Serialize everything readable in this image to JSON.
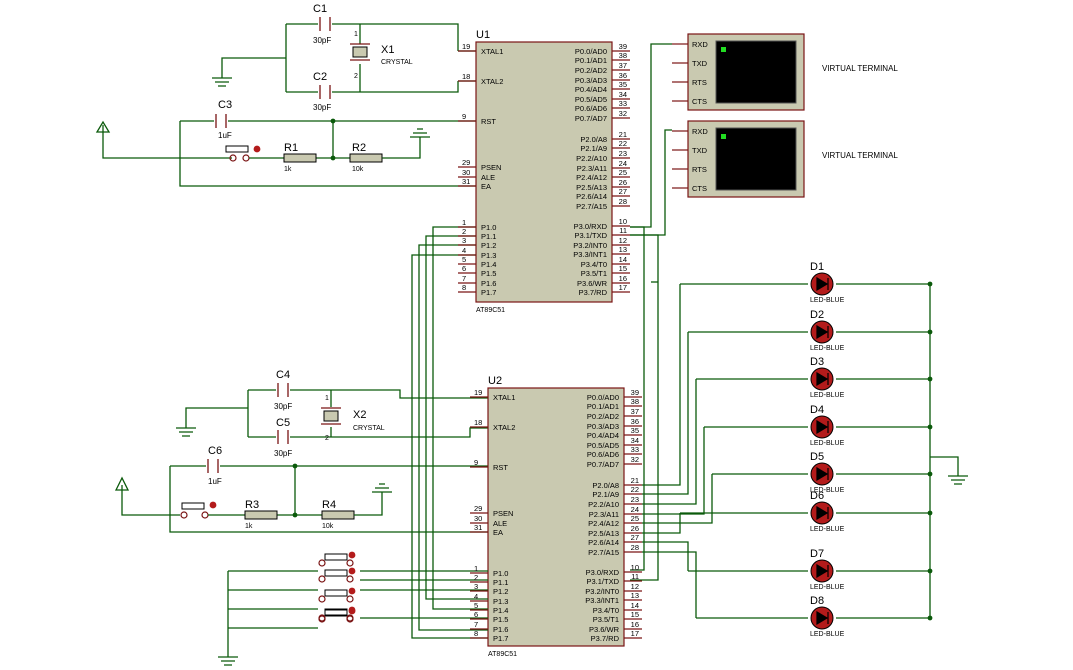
{
  "u1": {
    "ref": "U1",
    "part": "AT89C51",
    "left_pins": [
      {
        "num": "19",
        "name": "XTAL1"
      },
      {
        "num": "18",
        "name": "XTAL2"
      },
      {
        "num": "9",
        "name": "RST"
      },
      {
        "num": "29",
        "name": "PSEN"
      },
      {
        "num": "30",
        "name": "ALE"
      },
      {
        "num": "31",
        "name": "EA"
      },
      {
        "num": "1",
        "name": "P1.0"
      },
      {
        "num": "2",
        "name": "P1.1"
      },
      {
        "num": "3",
        "name": "P1.2"
      },
      {
        "num": "4",
        "name": "P1.3"
      },
      {
        "num": "5",
        "name": "P1.4"
      },
      {
        "num": "6",
        "name": "P1.5"
      },
      {
        "num": "7",
        "name": "P1.6"
      },
      {
        "num": "8",
        "name": "P1.7"
      }
    ],
    "right_pins": [
      {
        "num": "39",
        "name": "P0.0/AD0"
      },
      {
        "num": "38",
        "name": "P0.1/AD1"
      },
      {
        "num": "37",
        "name": "P0.2/AD2"
      },
      {
        "num": "36",
        "name": "P0.3/AD3"
      },
      {
        "num": "35",
        "name": "P0.4/AD4"
      },
      {
        "num": "34",
        "name": "P0.5/AD5"
      },
      {
        "num": "33",
        "name": "P0.6/AD6"
      },
      {
        "num": "32",
        "name": "P0.7/AD7"
      },
      {
        "num": "21",
        "name": "P2.0/A8"
      },
      {
        "num": "22",
        "name": "P2.1/A9"
      },
      {
        "num": "23",
        "name": "P2.2/A10"
      },
      {
        "num": "24",
        "name": "P2.3/A11"
      },
      {
        "num": "25",
        "name": "P2.4/A12"
      },
      {
        "num": "26",
        "name": "P2.5/A13"
      },
      {
        "num": "27",
        "name": "P2.6/A14"
      },
      {
        "num": "28",
        "name": "P2.7/A15"
      },
      {
        "num": "10",
        "name": "P3.0/RXD"
      },
      {
        "num": "11",
        "name": "P3.1/TXD"
      },
      {
        "num": "12",
        "name": "P3.2/INT0"
      },
      {
        "num": "13",
        "name": "P3.3/INT1"
      },
      {
        "num": "14",
        "name": "P3.4/T0"
      },
      {
        "num": "15",
        "name": "P3.5/T1"
      },
      {
        "num": "16",
        "name": "P3.6/WR"
      },
      {
        "num": "17",
        "name": "P3.7/RD"
      }
    ]
  },
  "u2": {
    "ref": "U2",
    "part": "AT89C51"
  },
  "components": {
    "c1": {
      "ref": "C1",
      "value": "30pF"
    },
    "c2": {
      "ref": "C2",
      "value": "30pF"
    },
    "c3": {
      "ref": "C3",
      "value": "1uF"
    },
    "x1": {
      "ref": "X1",
      "value": "CRYSTAL"
    },
    "r1": {
      "ref": "R1",
      "value": "1k"
    },
    "r2": {
      "ref": "R2",
      "value": "10k"
    },
    "c4": {
      "ref": "C4",
      "value": "30pF"
    },
    "c5": {
      "ref": "C5",
      "value": "30pF"
    },
    "c6": {
      "ref": "C6",
      "value": "1uF"
    },
    "x2": {
      "ref": "X2",
      "value": "CRYSTAL"
    },
    "r3": {
      "ref": "R3",
      "value": "1k"
    },
    "r4": {
      "ref": "R4",
      "value": "10k"
    }
  },
  "terminals": [
    {
      "label": "VIRTUAL TERMINAL",
      "pins": [
        "RXD",
        "TXD",
        "RTS",
        "CTS"
      ]
    },
    {
      "label": "VIRTUAL TERMINAL",
      "pins": [
        "RXD",
        "TXD",
        "RTS",
        "CTS"
      ]
    }
  ],
  "leds": [
    {
      "ref": "D1",
      "value": "LED-BLUE"
    },
    {
      "ref": "D2",
      "value": "LED-BLUE"
    },
    {
      "ref": "D3",
      "value": "LED-BLUE"
    },
    {
      "ref": "D4",
      "value": "LED-BLUE"
    },
    {
      "ref": "D5",
      "value": "LED-BLUE"
    },
    {
      "ref": "D6",
      "value": "LED-BLUE"
    },
    {
      "ref": "D7",
      "value": "LED-BLUE"
    },
    {
      "ref": "D8",
      "value": "LED-BLUE"
    }
  ],
  "colors": {
    "wire": "#0b5a0b",
    "component": "#7a1414",
    "chip": "#c9c9b0",
    "terminal_screen": "#000000",
    "terminal_cursor": "#22dd22",
    "terminal_label": "#c41a1a"
  }
}
